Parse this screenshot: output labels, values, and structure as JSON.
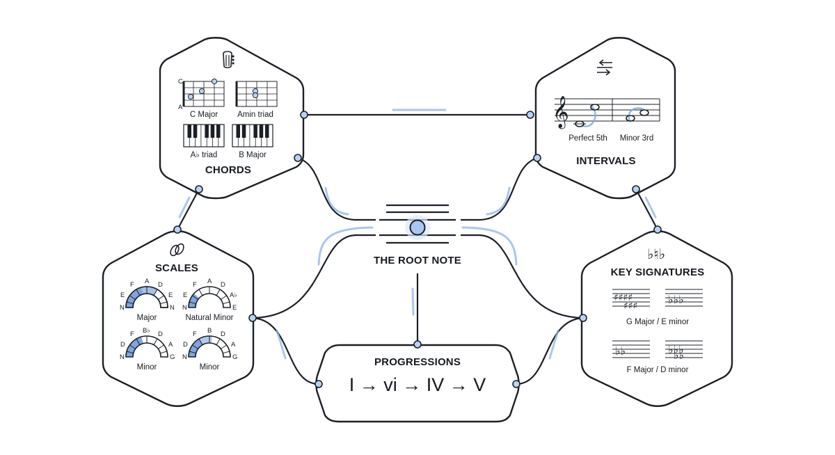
{
  "colors": {
    "ink": "#1b1f26",
    "accent": "#7fa6dc",
    "glow": "#8fb3e3",
    "background": "#ffffff"
  },
  "center": {
    "title": "THE ROOT NOTE",
    "icon": "staff-root-note-icon"
  },
  "chords": {
    "title": "CHORDS",
    "icon": "guitar-headstock-icon",
    "fretboard_string_labels": [
      "C",
      "A"
    ],
    "items": [
      "C Major",
      "Amin triad",
      "A♭ triad",
      "B Major"
    ]
  },
  "intervals": {
    "title": "INTERVALS",
    "icon": "interval-arrows-icon",
    "items": [
      "Perfect 5th",
      "Minor 3rd"
    ]
  },
  "scales": {
    "title": "SCALES",
    "icon": "scale-loop-icon",
    "dials": [
      {
        "name": "Major",
        "labels": [
          "N",
          "E",
          "F",
          "A",
          "D",
          "E",
          "N"
        ]
      },
      {
        "name": "Natural Minor",
        "labels": [
          "N",
          "E",
          "F",
          "A",
          "D",
          "A♭",
          "E"
        ]
      },
      {
        "name": "Minor",
        "labels": [
          "N",
          "D",
          "F",
          "B♭",
          "D",
          "A",
          "G"
        ]
      },
      {
        "name": "Minor",
        "labels": [
          "N",
          "D",
          "F",
          "B",
          "D",
          "A",
          "G"
        ]
      }
    ]
  },
  "key_signatures": {
    "title": "KEY SIGNATURES",
    "icon": "flat-signs-icon",
    "items": [
      "G Major / E minor",
      "F Major / D minor"
    ]
  },
  "progressions": {
    "title": "PROGRESSIONS",
    "sequence": "I → vi → IV → V"
  }
}
